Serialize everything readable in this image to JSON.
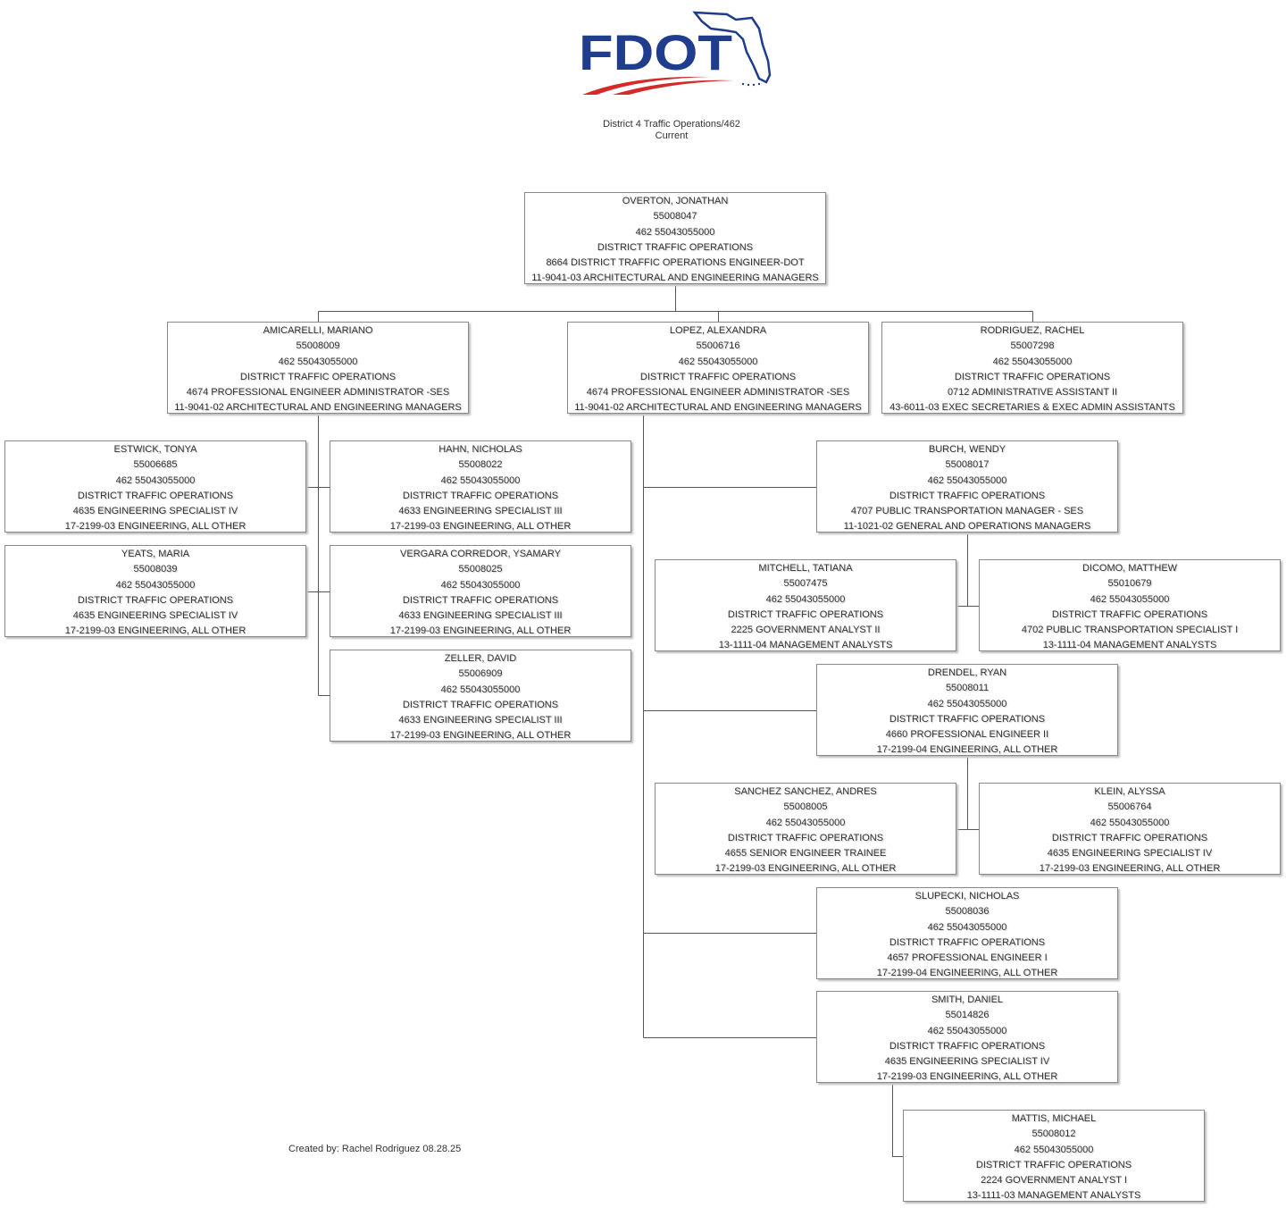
{
  "logo": {
    "text": "FDOT",
    "blue": "#1f3d8c",
    "red": "#d62a2a"
  },
  "header": {
    "title": "District 4 Traffic Operations/462",
    "subtitle": "Current"
  },
  "footer": {
    "created_by": "Created by:  Rachel Rodriguez 08.28.25"
  },
  "people": [
    {
      "name": "OVERTON, JONATHAN",
      "position": "55008047",
      "org": "462  55043055000",
      "unit": "DISTRICT TRAFFIC OPERATIONS",
      "class": "8664  DISTRICT TRAFFIC OPERATIONS ENGINEER-DOT",
      "soc": "11-9041-03  ARCHITECTURAL AND ENGINEERING MANAGERS"
    },
    {
      "name": "AMICARELLI, MARIANO",
      "position": "55008009",
      "org": "462  55043055000",
      "unit": "DISTRICT TRAFFIC OPERATIONS",
      "class": "4674  PROFESSIONAL ENGINEER ADMINISTRATOR -SES",
      "soc": "11-9041-02  ARCHITECTURAL AND ENGINEERING MANAGERS"
    },
    {
      "name": "LOPEZ, ALEXANDRA",
      "position": "55006716",
      "org": "462  55043055000",
      "unit": "DISTRICT TRAFFIC OPERATIONS",
      "class": "4674  PROFESSIONAL ENGINEER ADMINISTRATOR -SES",
      "soc": "11-9041-02  ARCHITECTURAL AND ENGINEERING MANAGERS"
    },
    {
      "name": "RODRIGUEZ, RACHEL",
      "position": "55007298",
      "org": "462  55043055000",
      "unit": "DISTRICT TRAFFIC OPERATIONS",
      "class": "0712  ADMINISTRATIVE ASSISTANT II",
      "soc": "43-6011-03  EXEC SECRETARIES & EXEC ADMIN ASSISTANTS"
    },
    {
      "name": "ESTWICK, TONYA",
      "position": "55006685",
      "org": "462  55043055000",
      "unit": "DISTRICT TRAFFIC OPERATIONS",
      "class": "4635  ENGINEERING SPECIALIST IV",
      "soc": "17-2199-03  ENGINEERING, ALL OTHER"
    },
    {
      "name": "HAHN, NICHOLAS",
      "position": "55008022",
      "org": "462  55043055000",
      "unit": "DISTRICT TRAFFIC OPERATIONS",
      "class": "4633  ENGINEERING SPECIALIST III",
      "soc": "17-2199-03  ENGINEERING, ALL OTHER"
    },
    {
      "name": "BURCH, WENDY",
      "position": "55008017",
      "org": "462  55043055000",
      "unit": "DISTRICT TRAFFIC OPERATIONS",
      "class": "4707  PUBLIC TRANSPORTATION MANAGER - SES",
      "soc": "11-1021-02  GENERAL AND OPERATIONS MANAGERS"
    },
    {
      "name": "YEATS, MARIA",
      "position": "55008039",
      "org": "462  55043055000",
      "unit": "DISTRICT TRAFFIC OPERATIONS",
      "class": "4635  ENGINEERING SPECIALIST IV",
      "soc": "17-2199-03  ENGINEERING, ALL OTHER"
    },
    {
      "name": "VERGARA CORREDOR, YSAMARY",
      "position": "55008025",
      "org": "462  55043055000",
      "unit": "DISTRICT TRAFFIC OPERATIONS",
      "class": "4633  ENGINEERING SPECIALIST III",
      "soc": "17-2199-03  ENGINEERING, ALL OTHER"
    },
    {
      "name": "MITCHELL, TATIANA",
      "position": "55007475",
      "org": "462  55043055000",
      "unit": "DISTRICT TRAFFIC OPERATIONS",
      "class": "2225  GOVERNMENT ANALYST II",
      "soc": "13-1111-04  MANAGEMENT ANALYSTS"
    },
    {
      "name": "DICOMO, MATTHEW",
      "position": "55010679",
      "org": "462  55043055000",
      "unit": "DISTRICT TRAFFIC OPERATIONS",
      "class": "4702  PUBLIC TRANSPORTATION SPECIALIST I",
      "soc": "13-1111-04  MANAGEMENT ANALYSTS"
    },
    {
      "name": "ZELLER, DAVID",
      "position": "55006909",
      "org": "462  55043055000",
      "unit": "DISTRICT TRAFFIC OPERATIONS",
      "class": "4633  ENGINEERING SPECIALIST III",
      "soc": "17-2199-03  ENGINEERING, ALL OTHER"
    },
    {
      "name": "DRENDEL, RYAN",
      "position": "55008011",
      "org": "462  55043055000",
      "unit": "DISTRICT TRAFFIC OPERATIONS",
      "class": "4660  PROFESSIONAL ENGINEER II",
      "soc": "17-2199-04  ENGINEERING, ALL OTHER"
    },
    {
      "name": "SANCHEZ SANCHEZ, ANDRES",
      "position": "55008005",
      "org": "462  55043055000",
      "unit": "DISTRICT TRAFFIC OPERATIONS",
      "class": "4655  SENIOR ENGINEER TRAINEE",
      "soc": "17-2199-03  ENGINEERING, ALL OTHER"
    },
    {
      "name": "KLEIN, ALYSSA",
      "position": "55006764",
      "org": "462  55043055000",
      "unit": "DISTRICT TRAFFIC OPERATIONS",
      "class": "4635  ENGINEERING SPECIALIST IV",
      "soc": "17-2199-03  ENGINEERING, ALL OTHER"
    },
    {
      "name": "SLUPECKI, NICHOLAS",
      "position": "55008036",
      "org": "462  55043055000",
      "unit": "DISTRICT TRAFFIC OPERATIONS",
      "class": "4657  PROFESSIONAL ENGINEER I",
      "soc": "17-2199-04  ENGINEERING, ALL OTHER"
    },
    {
      "name": "SMITH, DANIEL",
      "position": "55014826",
      "org": "462  55043055000",
      "unit": "DISTRICT TRAFFIC OPERATIONS",
      "class": "4635  ENGINEERING SPECIALIST IV",
      "soc": "17-2199-03  ENGINEERING, ALL OTHER"
    },
    {
      "name": "MATTIS, MICHAEL",
      "position": "55008012",
      "org": "462  55043055000",
      "unit": "DISTRICT TRAFFIC OPERATIONS",
      "class": "2224  GOVERNMENT ANALYST I",
      "soc": "13-1111-03  MANAGEMENT ANALYSTS"
    }
  ]
}
